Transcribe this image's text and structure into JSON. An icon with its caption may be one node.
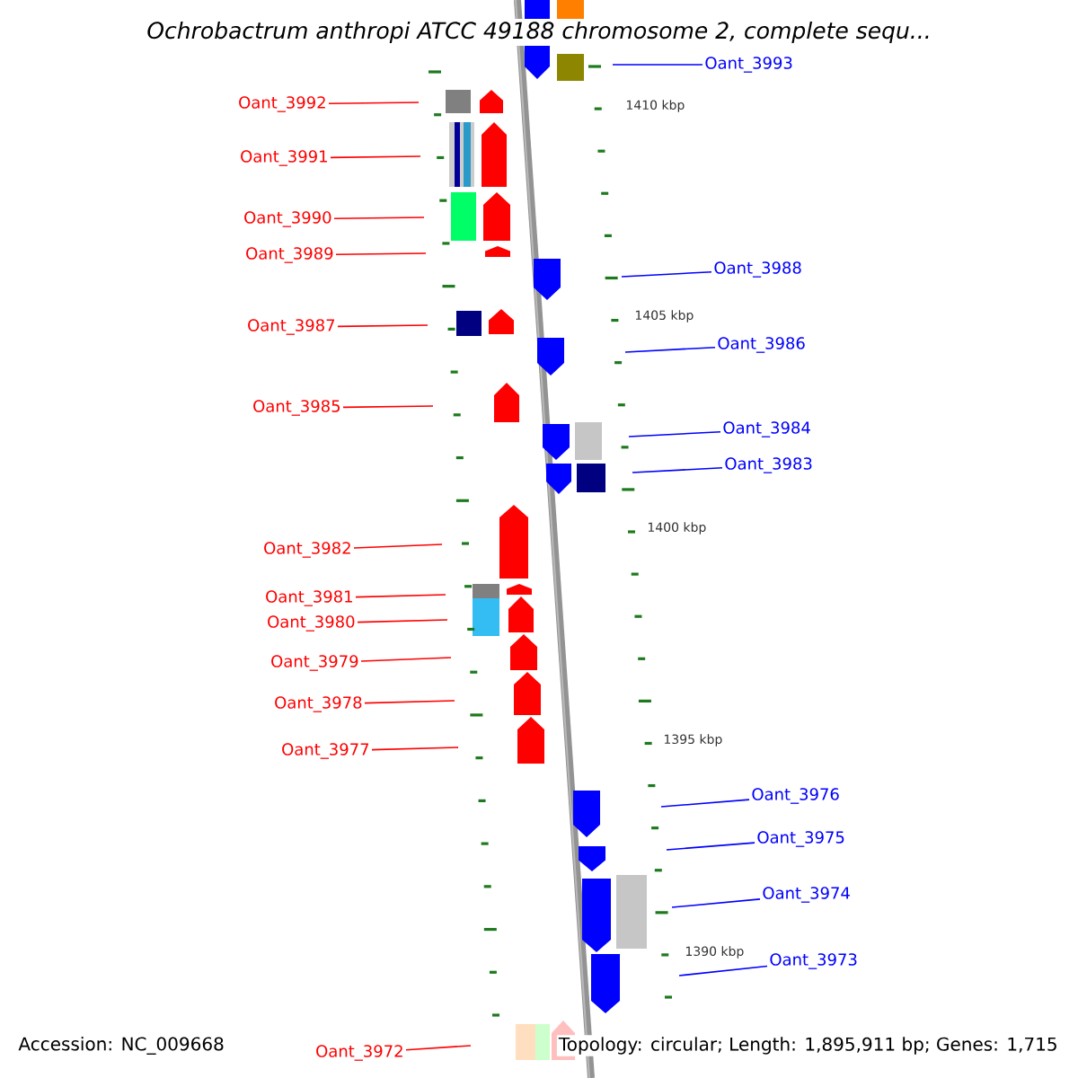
{
  "diagram": {
    "title": "Ochrobactrum anthropi ATCC 49188 chromosome 2, complete sequ...",
    "nodes": [
      {
        "text": [
          "Oant_3993"
        ]
      },
      {
        "text": [
          "Oant_3992"
        ]
      },
      {
        "text": [
          "Oant_3991"
        ]
      },
      {
        "text": [
          "Oant_3990"
        ]
      },
      {
        "text": [
          "Oant_3989"
        ]
      },
      {
        "text": [
          "Oant_3988"
        ]
      },
      {
        "text": [
          "Oant_3987"
        ]
      },
      {
        "text": [
          "Oant_3986"
        ]
      },
      {
        "text": [
          "Oant_3985"
        ]
      },
      {
        "text": [
          "Oant_3984"
        ]
      },
      {
        "text": [
          "Oant_3983"
        ]
      },
      {
        "text": [
          "Oant_3982"
        ]
      },
      {
        "text": [
          "Oant_3981"
        ]
      },
      {
        "text": [
          "Oant_3980"
        ]
      },
      {
        "text": [
          "Oant_3979"
        ]
      },
      {
        "text": [
          "Oant_3978"
        ]
      },
      {
        "text": [
          "Oant_3977"
        ]
      },
      {
        "text": [
          "Oant_3976"
        ]
      },
      {
        "text": [
          "Oant_3975"
        ]
      },
      {
        "text": [
          "Oant_3974"
        ]
      },
      {
        "text": [
          "Oant_3973"
        ]
      },
      {
        "text": [
          "Oant_3972"
        ]
      }
    ],
    "edges": [
      {
        "from": 0,
        "to": null,
        "arrow": "none",
        "color": "#0000ff"
      },
      {
        "from": 1,
        "to": null,
        "arrow": "none"
      },
      {
        "from": 2,
        "to": null,
        "arrow": "none"
      },
      {
        "from": 3,
        "to": null,
        "arrow": "none"
      },
      {
        "from": 4,
        "to": null,
        "arrow": "none"
      },
      {
        "from": 5,
        "to": null,
        "arrow": "none",
        "color": "#0000ff"
      },
      {
        "from": 6,
        "to": null,
        "arrow": "none"
      },
      {
        "from": 7,
        "to": null,
        "arrow": "none",
        "color": "#0000ff"
      },
      {
        "from": 8,
        "to": null,
        "arrow": "none"
      },
      {
        "from": 9,
        "to": null,
        "arrow": "none",
        "color": "#0000ff"
      },
      {
        "from": 10,
        "to": null,
        "arrow": "none",
        "color": "#0000ff"
      },
      {
        "from": 11,
        "to": null,
        "arrow": "none"
      },
      {
        "from": 12,
        "to": null,
        "arrow": "none"
      },
      {
        "from": 13,
        "to": null,
        "arrow": "none"
      },
      {
        "from": 14,
        "to": null,
        "arrow": "none"
      },
      {
        "from": 15,
        "to": null,
        "arrow": "none"
      },
      {
        "from": 16,
        "to": null,
        "arrow": "none"
      },
      {
        "from": 17,
        "to": null,
        "arrow": "none",
        "color": "#0000ff"
      },
      {
        "from": 18,
        "to": null,
        "arrow": "none",
        "color": "#0000ff"
      },
      {
        "from": 19,
        "to": null,
        "arrow": "none",
        "color": "#0000ff"
      },
      {
        "from": 20,
        "to": null,
        "arrow": "none",
        "color": "#0000ff"
      },
      {
        "from": 21,
        "to": null,
        "arrow": "none"
      }
    ],
    "labels": [
      "1410 kbp",
      "1405 kbp",
      "1400 kbp",
      "1395 kbp",
      "1390 kbp",
      "Accession: NC_009668",
      "Topology: circular; Length: 1,895,911 bp; Genes: 1,715"
    ]
  }
}
